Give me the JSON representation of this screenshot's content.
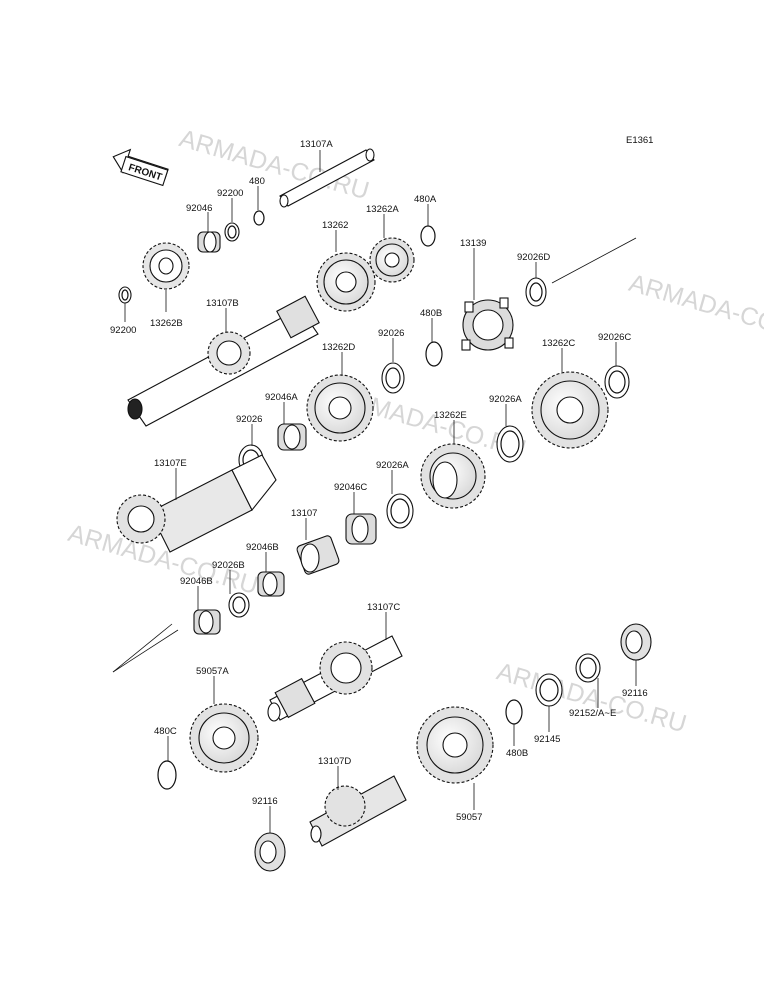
{
  "diagram_code": "E1361",
  "front_label": "FRONT",
  "watermark": "ARMADA-CO.RU",
  "labels": {
    "p13107A": "13107A",
    "p480": "480",
    "p92200_top": "92200",
    "p92046": "92046",
    "p13262": "13262",
    "p13262A": "13262A",
    "p480A": "480A",
    "p13139": "13139",
    "p92026D": "92026D",
    "p13107B": "13107B",
    "p13262B": "13262B",
    "p92200_left": "92200",
    "p480B_top": "480B",
    "p92026_a": "92026",
    "p13262D": "13262D",
    "p13262C": "13262C",
    "p92026C": "92026C",
    "p92046A": "92046A",
    "p92026_b": "92026",
    "p13262E": "13262E",
    "p92026A_a": "92026A",
    "p13107E": "13107E",
    "p92026A_b": "92026A",
    "p92046C": "92046C",
    "p13107": "13107",
    "p92046B_a": "92046B",
    "p92026B": "92026B",
    "p92046B_b": "92046B",
    "p13107C": "13107C",
    "p59057A": "59057A",
    "p92116_right": "92116",
    "p92152": "92152/A~E",
    "p480B_bottom": "480B",
    "p92145": "92145",
    "p480C": "480C",
    "p13107D": "13107D",
    "p59057": "59057",
    "p92116_bottom": "92116"
  }
}
